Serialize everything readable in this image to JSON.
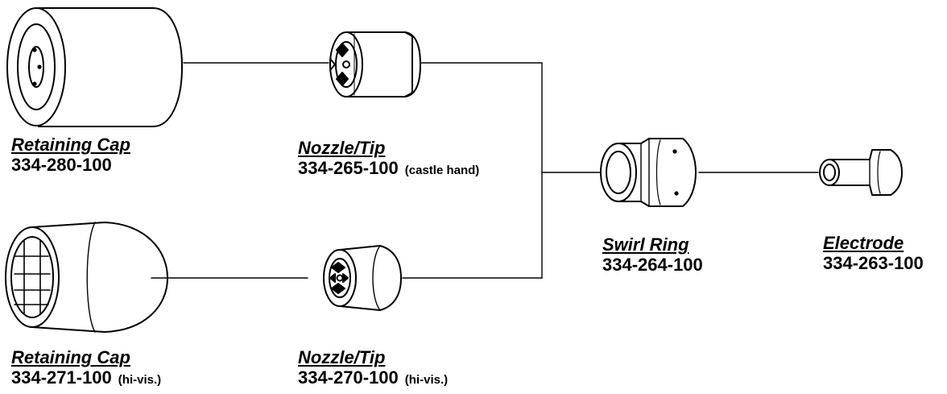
{
  "parts": {
    "retaining_cap_standard": {
      "name": "Retaining Cap",
      "part_number": "334-280-100",
      "note": ""
    },
    "nozzle_castle": {
      "name": "Nozzle/Tip",
      "part_number": "334-265-100",
      "note": "(castle hand)"
    },
    "retaining_cap_hivis": {
      "name": "Retaining Cap",
      "part_number": "334-271-100",
      "note": "(hi-vis.)"
    },
    "nozzle_hivis": {
      "name": "Nozzle/Tip",
      "part_number": "334-270-100",
      "note": "(hi-vis.)"
    },
    "swirl_ring": {
      "name": "Swirl Ring",
      "part_number": "334-264-100",
      "note": ""
    },
    "electrode": {
      "name": "Electrode",
      "part_number": "334-263-100",
      "note": ""
    }
  },
  "icons": [
    "retaining-cap-icon",
    "nozzle-icon",
    "hivis-cap-icon",
    "hivis-nozzle-icon",
    "swirl-ring-icon",
    "electrode-icon"
  ]
}
